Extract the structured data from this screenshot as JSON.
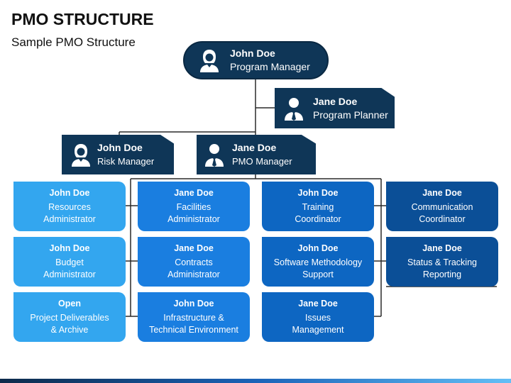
{
  "title": "PMO STRUCTURE",
  "subtitle": "Sample PMO Structure",
  "top": {
    "program_manager": {
      "name": "John Doe",
      "role": "Program Manager",
      "icon": "female-person-icon"
    },
    "program_planner": {
      "name": "Jane Doe",
      "role": "Program Planner",
      "icon": "male-person-icon"
    },
    "risk_manager": {
      "name": "John Doe",
      "role": "Risk Manager",
      "icon": "female-person-icon"
    },
    "pmo_manager": {
      "name": "Jane Doe",
      "role": "PMO Manager",
      "icon": "male-person-icon"
    }
  },
  "columns": [
    {
      "color": "#33a6ef",
      "cards": [
        {
          "name": "John Doe",
          "role": "Resources\nAdministrator"
        },
        {
          "name": "John Doe",
          "role": "Budget\nAdministrator"
        },
        {
          "name": "Open",
          "role": "Project Deliverables\n& Archive"
        }
      ]
    },
    {
      "color": "#1a7ee0",
      "cards": [
        {
          "name": "Jane Doe",
          "role": "Facilities\nAdministrator"
        },
        {
          "name": "Jane Doe",
          "role": "Contracts\nAdministrator"
        },
        {
          "name": "John Doe",
          "role": "Infrastructure &\nTechnical Environment"
        }
      ]
    },
    {
      "color": "#0d66c2",
      "cards": [
        {
          "name": "John Doe",
          "role": "Training\nCoordinator"
        },
        {
          "name": "John Doe",
          "role": "Software Methodology\nSupport"
        },
        {
          "name": "Jane Doe",
          "role": "Issues\nManagement"
        }
      ]
    },
    {
      "color": "#0b4f97",
      "cards": [
        {
          "name": "Jane Doe",
          "role": "Communication\nCoordinator"
        },
        {
          "name": "Jane Doe",
          "role": "Status & Tracking\nReporting"
        }
      ]
    }
  ]
}
